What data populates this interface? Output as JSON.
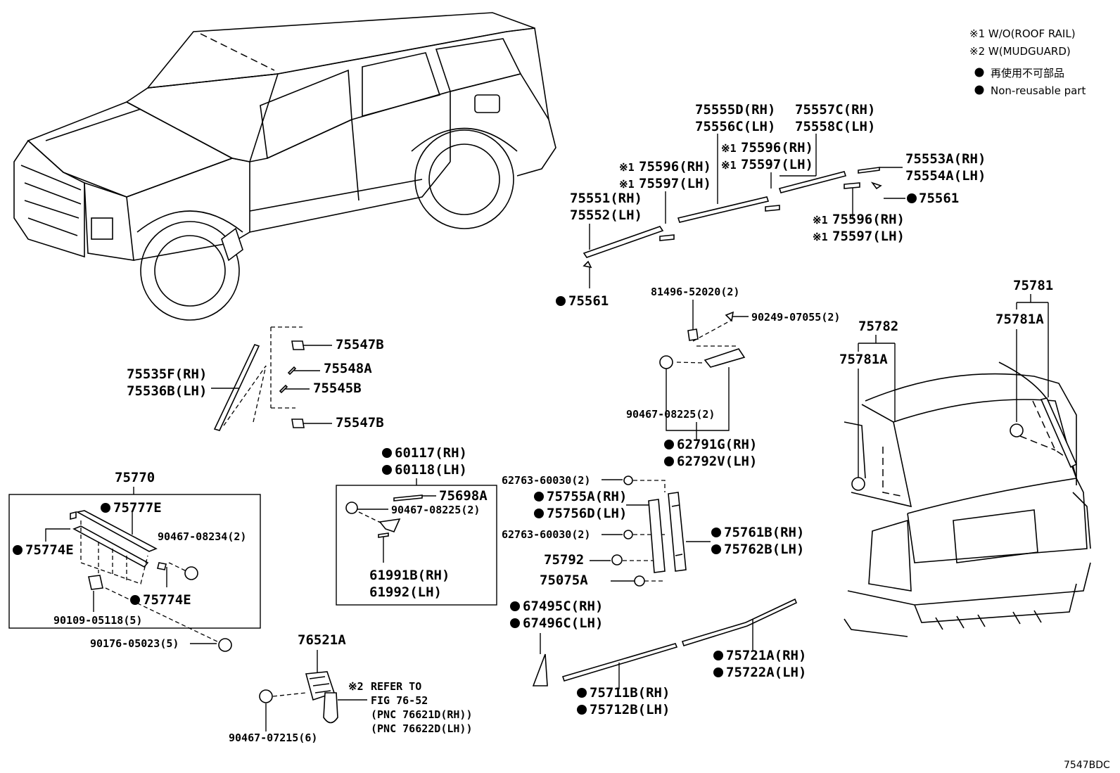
{
  "legend": {
    "note1": "※1  W/O(ROOF RAIL)",
    "note2": "※2  W(MUDGUARD)",
    "nonreusable_jp": "再使用不可部品",
    "nonreusable_en": "Non-reusable part"
  },
  "diagram_code": "7547BDC",
  "labels": {
    "p75555D": "75555D(RH)",
    "p75556C": "75556C(LH)",
    "p75557C": "75557C(RH)",
    "p75558C": "75558C(LH)",
    "p75596_a": "75596(RH)",
    "p75597_a": "75597(LH)",
    "p75596_b": "75596(RH)",
    "p75597_b": "75597(LH)",
    "p75596_c": "75596(RH)",
    "p75597_c": "75597(LH)",
    "mark1": "※1",
    "p75553A": "75553A(RH)",
    "p75554A": "75554A(LH)",
    "p75561_a": "75561",
    "p75551": "75551(RH)",
    "p75552": "75552(LH)",
    "p75561_b": "75561",
    "p81496": "81496-52020(2)",
    "p90249": "90249-07055(2)",
    "p90467_08225_a": "90467-08225(2)",
    "p62791G": "62791G(RH)",
    "p62792V": "62792V(LH)",
    "p75781": "75781",
    "p75781A_a": "75781A",
    "p75782": "75782",
    "p75781A_b": "75781A",
    "p75547B_a": "75547B",
    "p75548A": "75548A",
    "p75545B": "75545B",
    "p75547B_b": "75547B",
    "p75535F": "75535F(RH)",
    "p75536B": "75536B(LH)",
    "p60117": "60117(RH)",
    "p60118": "60118(LH)",
    "p75698A": "75698A",
    "p90467_08225_b": "90467-08225(2)",
    "p61991B": "61991B(RH)",
    "p61992": "61992(LH)",
    "p75770": "75770",
    "p75777E": "75777E",
    "p90467_08234": "90467-08234(2)",
    "p75774E_a": "75774E",
    "p75774E_b": "75774E",
    "p90109": "90109-05118(5)",
    "p90176": "90176-05023(5)",
    "p62763_a": "62763-60030(2)",
    "p75755A": "75755A(RH)",
    "p75756D": "75756D(LH)",
    "p62763_b": "62763-60030(2)",
    "p75792": "75792",
    "p75075A": "75075A",
    "p75761B": "75761B(RH)",
    "p75762B": "75762B(LH)",
    "p67495C": "67495C(RH)",
    "p67496C": "67496C(LH)",
    "p75721A": "75721A(RH)",
    "p75722A": "75722A(LH)",
    "p75711B": "75711B(RH)",
    "p75712B": "75712B(LH)",
    "p76521A": "76521A",
    "ref_mark": "※2",
    "ref1": "REFER TO",
    "ref2": "FIG 76-52",
    "ref3": "(PNC 76621D(RH))",
    "ref4": "(PNC 76622D(LH))",
    "p90467_07215": "90467-07215(6)"
  }
}
